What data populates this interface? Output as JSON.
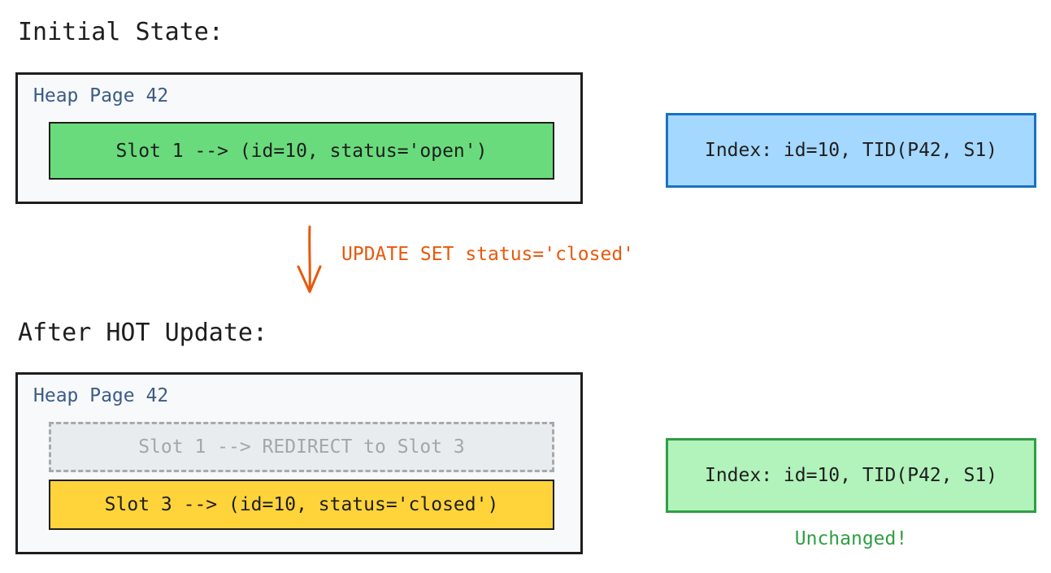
{
  "sections": {
    "initial_title": "Initial State:",
    "after_title": "After HOT Update:"
  },
  "initial": {
    "heap_label": "Heap Page 42",
    "slot_text": "Slot 1 --> (id=10, status='open')",
    "index_text": "Index: id=10, TID(P42, S1)"
  },
  "update": {
    "label": "UPDATE SET status='closed'"
  },
  "after": {
    "heap_label": "Heap Page 42",
    "redirect_slot_text": "Slot 1 --> REDIRECT to Slot 3",
    "new_slot_text": "Slot 3 --> (id=10, status='closed')",
    "index_text": "Index: id=10, TID(P42, S1)",
    "note": "Unchanged!"
  },
  "colors": {
    "heap_bg": "#f8f9fa",
    "slot_open": "#69db7c",
    "slot_redirect": "#e9ecef",
    "slot_closed": "#ffd43b",
    "index_initial_fill": "#a5d8ff",
    "index_initial_border": "#1971c2",
    "index_after_fill": "#b2f2bb",
    "index_after_border": "#2f9e44",
    "update_accent": "#e8590c",
    "heap_label": "#3b5b86"
  }
}
